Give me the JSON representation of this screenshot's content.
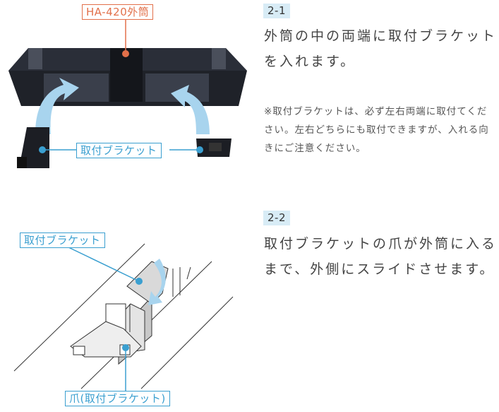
{
  "section1": {
    "step_number": "2-1",
    "instruction": "外筒の中の両端に取付ブラケットを入れます。",
    "note": "※取付ブラケットは、必ず左右両端に取付てください。左右どちらにも取付できますが、入れる向きにご注意ください。",
    "label_outer_tube": "HA-420外筒",
    "label_bracket": "取付ブラケット"
  },
  "section2": {
    "step_number": "2-2",
    "instruction": "取付ブラケットの爪が外筒に入るまで、外側にスライドさせます。",
    "label_bracket": "取付ブラケット",
    "label_claw": "爪(取付ブラケット)"
  },
  "colors": {
    "accent_orange": "#e2704a",
    "accent_blue": "#3a9fd0",
    "badge_bg": "#d8ecf6",
    "arrow_blue": "#a8d4ee"
  }
}
